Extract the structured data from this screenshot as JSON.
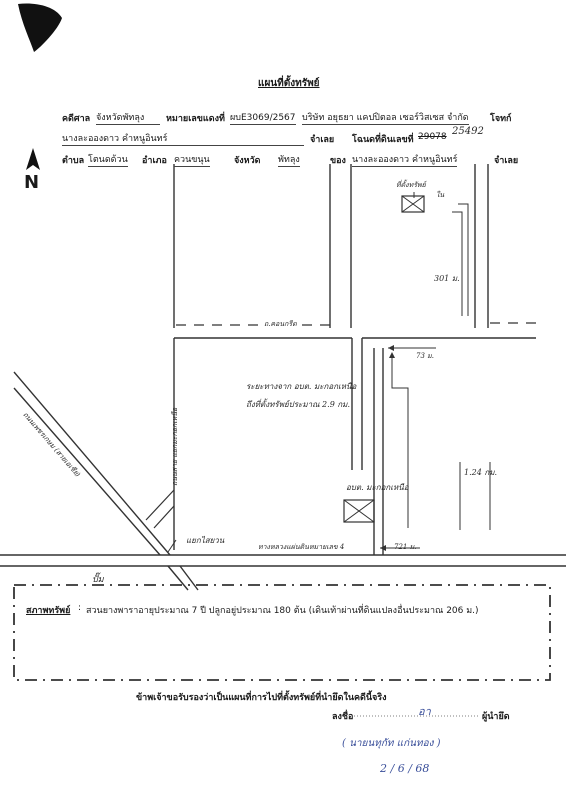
{
  "title": "แผนที่ตั้งทรัพย์",
  "header": {
    "row1": {
      "court_label": "คดีศาล",
      "court_value": "จังหวัดพัทลุง",
      "case_label": "หมายเลขแดงที่",
      "case_value": "ผบE3069/2567",
      "plaintiff": "บริษัท อยุธยา แคปปิตอล เซอร์วิสเซส จำกัด",
      "plaintiff_label": "โจทก์"
    },
    "row2": {
      "defendant": "นางละอองดาว คำหนูอินทร์",
      "defendant_label": "จำเลย",
      "deed_label": "โฉนดที่ดินเลขที่",
      "deed_value": "29078",
      "deed_hand": "25492"
    },
    "row3": {
      "subdistrict_label": "ตำบล",
      "subdistrict_value": "โตนดด้วน",
      "district_label": "อำเภอ",
      "district_value": "ควนขนุน",
      "province_label": "จังหวัด",
      "province_value": "พัทลุง",
      "owner_label": "ของ",
      "owner_value": "นางละอองดาว คำหนูอินทร์",
      "owner_role": "จำเลย"
    }
  },
  "compass": {
    "letter": "N",
    "icon": "north-arrow-icon"
  },
  "map_labels": {
    "property_label": "ที่ตั้งทรัพย์",
    "property_side": "ใน",
    "dist_301": "301 ม.",
    "concrete_road": "ถ.คอนกรีต",
    "dist_73": "73 ม.",
    "route_note_1": "ระยะทางจาก อบต. มะกอกเหนือ",
    "route_note_2": "ถึงที่ตั้งทรัพย์ประมาณ 2.9 กม.",
    "dist_124": "1.24 กม.",
    "obt_label": "อบต. มะกอกเหนือ",
    "dist_721": "721 ม.",
    "highway_label": "ทางหลวงแผ่นดินหมายเลข 4",
    "road_left": "ถนนเพชรเกษม (สายเอเชีย)",
    "road_vertical": "ถนนสาย แยกมะกอกเหนือ",
    "junction_label": "แยกไสยวน",
    "gas_station": "ปั๊ม"
  },
  "property_box": {
    "label": "สภาพทรัพย์",
    "text": "สวนยางพาราอายุประมาณ 7 ปี ปลูกอยู่ประมาณ 180 ต้น (เดินเท้าผ่านที่ดินแปลงอื่นประมาณ 206 ม.)"
  },
  "certify": {
    "statement": "ข้าพเจ้าขอรับรองว่าเป็นแผนที่การไปที่ตั้งทรัพย์ที่นำยึดในคดีนี้จริง",
    "sign_label": "ลงชื่อ",
    "sign_role": "ผู้นำยึด",
    "signature_initials": "อา",
    "printed_name": "( นายนทุกัท แก่นทอง )",
    "date": "2 / 6 / 68"
  }
}
